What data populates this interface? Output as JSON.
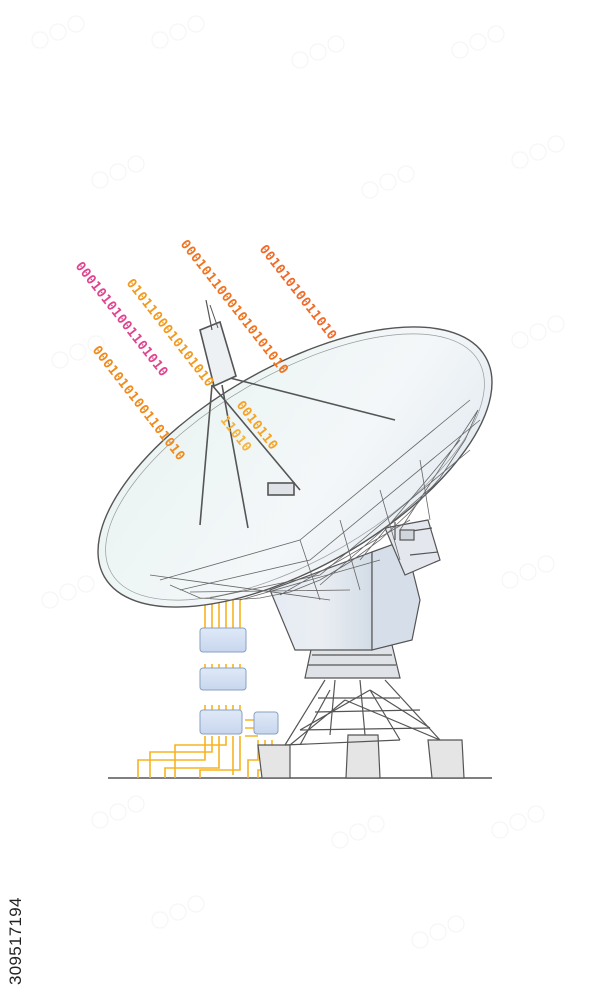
{
  "image": {
    "stock_id": "309517194",
    "binary_streams": [
      {
        "text": "00010101001101010",
        "color": "#e0448f"
      },
      {
        "text": "0101100010101010",
        "color": "#f39a1e"
      },
      {
        "text": "00010101001101010",
        "color": "#f08a1a"
      },
      {
        "text": "00010110001010101010",
        "color": "#f07420"
      },
      {
        "text": "00101010011010",
        "color": "#f06a2a"
      },
      {
        "text": "0010110",
        "color": "#f6a223"
      },
      {
        "text": "11010",
        "color": "#f7b23b"
      }
    ],
    "colors": {
      "circuit": "#f6b322",
      "chip": "#d9e6f6",
      "dish": "#eef3f6",
      "line": "#555555"
    }
  }
}
